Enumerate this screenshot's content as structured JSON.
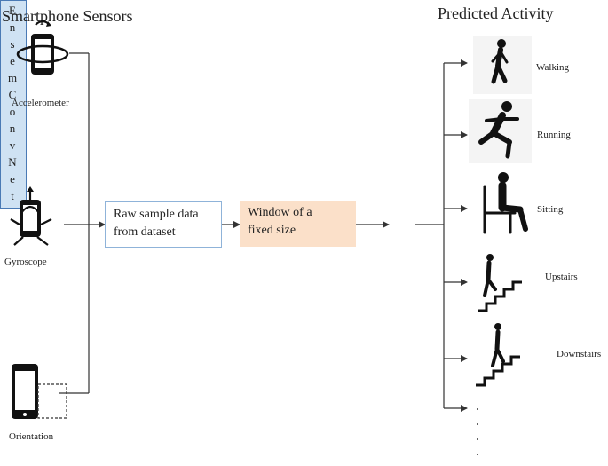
{
  "titles": {
    "sensors": "Smartphone Sensors",
    "activity": "Predicted Activity"
  },
  "sensors": [
    {
      "label": "Accelerometer",
      "icon": "phone-rotation-icon"
    },
    {
      "label": "Gyroscope",
      "icon": "phone-arrows-icon"
    },
    {
      "label": "Orientation",
      "icon": "phone-orientation-icon"
    }
  ],
  "pipeline": {
    "raw_line1": "Raw sample data",
    "raw_line2": "from dataset",
    "window_line1": "Window of a",
    "window_line2": "fixed size",
    "model_letters": [
      "E",
      "n",
      "s",
      "e",
      "m",
      "C",
      "o",
      "n",
      "v",
      "N",
      "e",
      "t"
    ]
  },
  "activities": [
    {
      "label": "Walking",
      "icon": "walking-person-icon"
    },
    {
      "label": "Running",
      "icon": "running-person-icon"
    },
    {
      "label": "Sitting",
      "icon": "sitting-person-icon"
    },
    {
      "label": "Upstairs",
      "icon": "upstairs-person-icon"
    },
    {
      "label": "Downstairs",
      "icon": "downstairs-person-icon"
    }
  ],
  "colors": {
    "raw_border": "#8fb3d9",
    "window_fill": "#fbe0c9",
    "model_fill": "#cfe2f3",
    "model_border": "#4a7ab5",
    "line": "#333333"
  }
}
